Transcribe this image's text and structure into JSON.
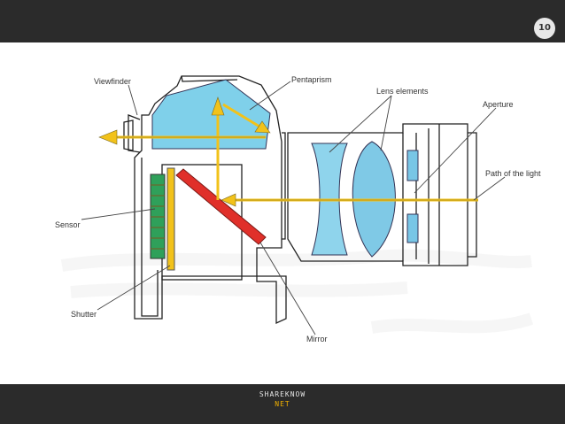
{
  "slide": {
    "number": "10"
  },
  "labels": {
    "viewfinder": "Viewfinder",
    "pentaprism": "Pentaprism",
    "lens_elements": "Lens elements",
    "aperture": "Aperture",
    "path_of_light": "Path of the light",
    "sensor": "Sensor",
    "shutter": "Shutter",
    "mirror": "Mirror"
  },
  "footer": {
    "logo_line1": "SHAREKNOW",
    "logo_line2": "NET"
  },
  "colors": {
    "bar": "#2b2b2b",
    "prism": "#7fd0ea",
    "lens": "#8fd4ec",
    "light_path": "#f2c21a",
    "mirror": "#e0302a",
    "sensor": "#2fa05a"
  }
}
